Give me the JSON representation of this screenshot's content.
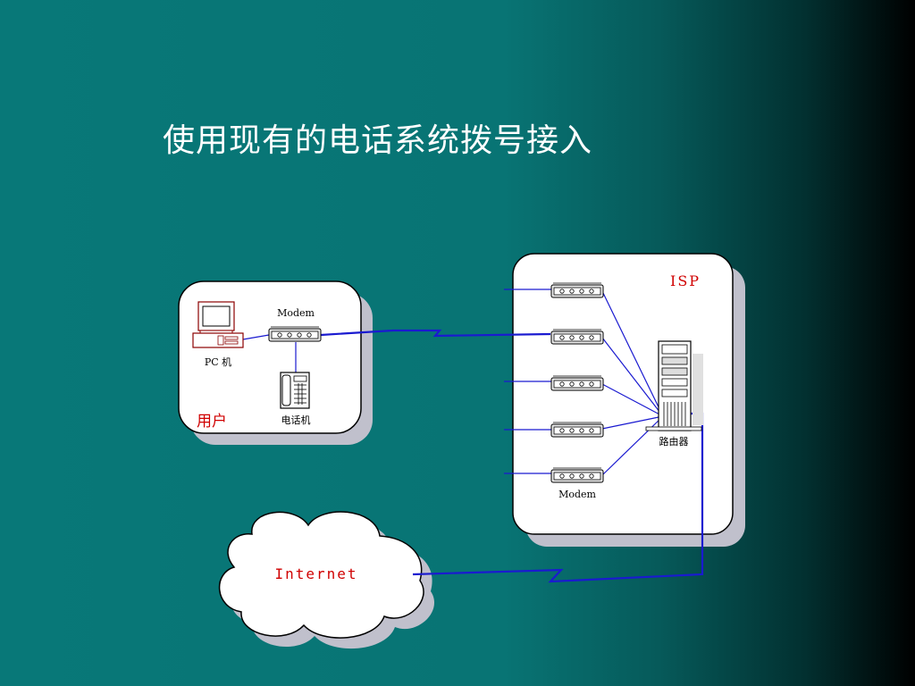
{
  "title": "使用现有的电话系统拨号接入",
  "user_panel": {
    "label": "用户",
    "pc_label": "PC 机",
    "modem_label": "Modem",
    "phone_label": "电话机"
  },
  "isp_panel": {
    "label": "ISP",
    "modem_label": "Modem",
    "router_label": "路由器"
  },
  "internet_label": "Internet",
  "colors": {
    "background_left": "#087878",
    "background_right": "#000000",
    "panel_fill": "#ffffff",
    "panel_shadow": "#c0c0cc",
    "line_blue": "#1a1ad0",
    "label_red": "#d00000"
  }
}
